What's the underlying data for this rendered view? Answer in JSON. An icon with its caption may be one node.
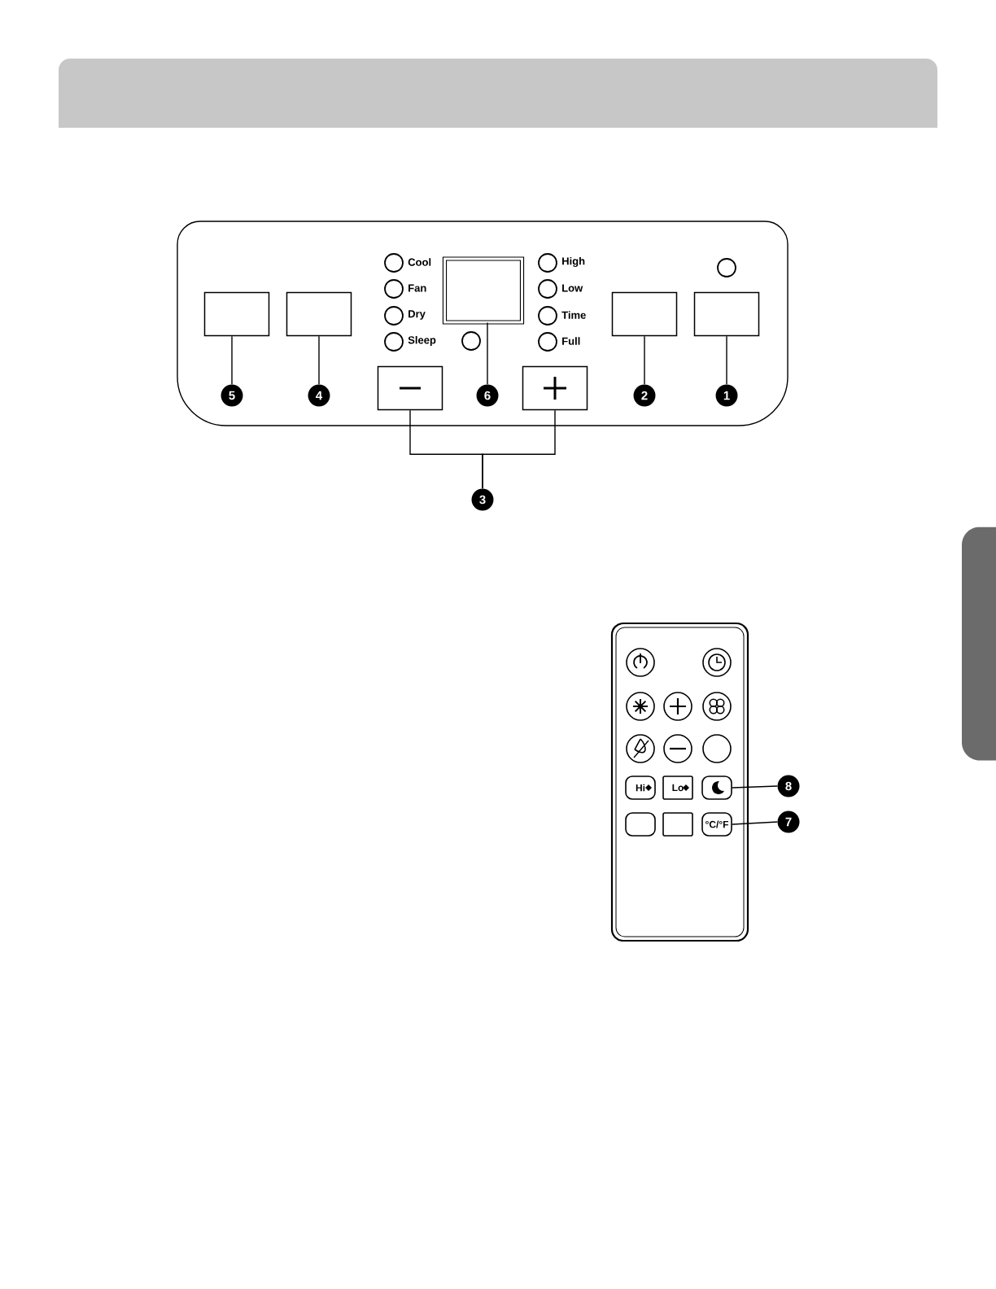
{
  "diagram": {
    "nodes": [
      {
        "text": [],
        "shape": "box"
      },
      {
        "text": [],
        "shape": "box"
      },
      {
        "text": [],
        "shape": "box"
      },
      {
        "text": [],
        "shape": "box"
      },
      {
        "text": [],
        "shape": "box"
      },
      {
        "text": [],
        "shape": "box"
      },
      {
        "text": [],
        "shape": "box"
      },
      {
        "text": [
          "5"
        ]
      },
      {
        "text": [
          "4"
        ]
      },
      {
        "text": [
          "6"
        ]
      },
      {
        "text": [
          "2"
        ]
      },
      {
        "text": [
          "1"
        ]
      },
      {
        "text": [
          "3"
        ]
      },
      {
        "text": [],
        "shape": "box"
      },
      {
        "text": [
          "°C/°F"
        ]
      },
      {
        "text": [
          "8"
        ]
      },
      {
        "text": [
          "7"
        ]
      },
      {
        "text": [
          "Hi"
        ]
      },
      {
        "text": [
          "Lo"
        ]
      },
      {
        "text": [],
        "shape": "box"
      },
      {
        "text": [],
        "shape": "box"
      },
      {
        "text": [],
        "shape": "box"
      }
    ],
    "edges": [
      {
        "from": 7,
        "to": 0,
        "arrow": "none"
      },
      {
        "from": 8,
        "to": 1,
        "arrow": "none"
      },
      {
        "from": 9,
        "to": 2,
        "arrow": "none"
      },
      {
        "from": 10,
        "to": 3,
        "arrow": "none"
      },
      {
        "from": 11,
        "to": 4,
        "arrow": "none"
      },
      {
        "from": 12,
        "to": 5,
        "arrow": "none"
      },
      {
        "from": 12,
        "to": 6,
        "arrow": "none"
      },
      {
        "from": 15,
        "to": 13,
        "arrow": "none"
      },
      {
        "from": 16,
        "to": 14,
        "arrow": "none"
      }
    ],
    "labels": [
      "Cool",
      "Fan",
      "Dry",
      "Sleep",
      "High",
      "Low",
      "Time",
      "Full"
    ]
  }
}
